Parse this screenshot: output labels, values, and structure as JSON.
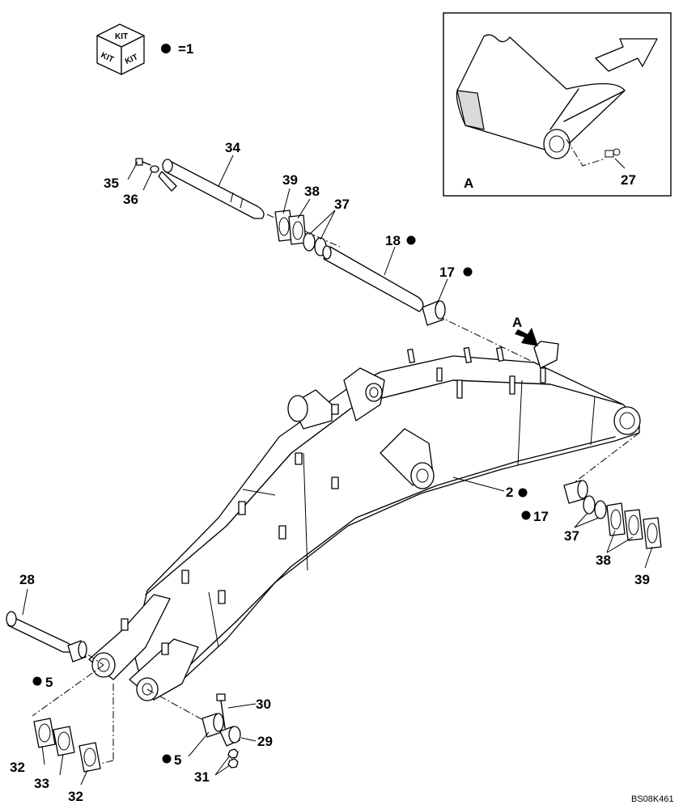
{
  "legend": {
    "kit_icon": "kit-box-icon",
    "kit_top": "KIT",
    "kit_left": "KIT",
    "kit_right": "KIT",
    "marker_icon": "bullet-dot-icon",
    "equals_text": "=1"
  },
  "detail": {
    "view_label": "A",
    "arrow_icon": "view-direction-arrow-icon",
    "callouts": [
      "27"
    ]
  },
  "view_marker": "A",
  "callouts": {
    "c2": "2",
    "c5a": "5",
    "c5b": "5",
    "c17a": "17",
    "c17b": "17",
    "c18": "18",
    "c27": "27",
    "c28": "28",
    "c29": "29",
    "c30": "30",
    "c31": "31",
    "c32a": "32",
    "c32b": "32",
    "c33": "33",
    "c34": "34",
    "c35": "35",
    "c36": "36",
    "c37a": "37",
    "c37b": "37",
    "c38a": "38",
    "c38b": "38",
    "c39a": "39",
    "c39b": "39"
  },
  "kit_parts": [
    "2",
    "5",
    "5",
    "17",
    "17",
    "18"
  ],
  "drawing_code": "BS08K461"
}
